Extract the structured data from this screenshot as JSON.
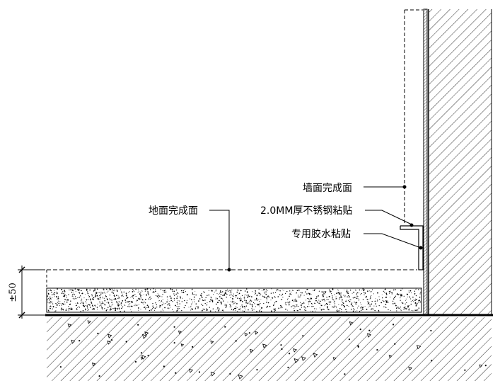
{
  "labels": {
    "wall_finish": "墙面完成面",
    "floor_finish": "地面完成面",
    "steel_strip": "2.0MM厚不锈钢粘贴",
    "glue": "专用胶水粘贴"
  },
  "dimension": {
    "height_text": "±50"
  },
  "colors": {
    "line": "#000000",
    "background": "#ffffff"
  }
}
